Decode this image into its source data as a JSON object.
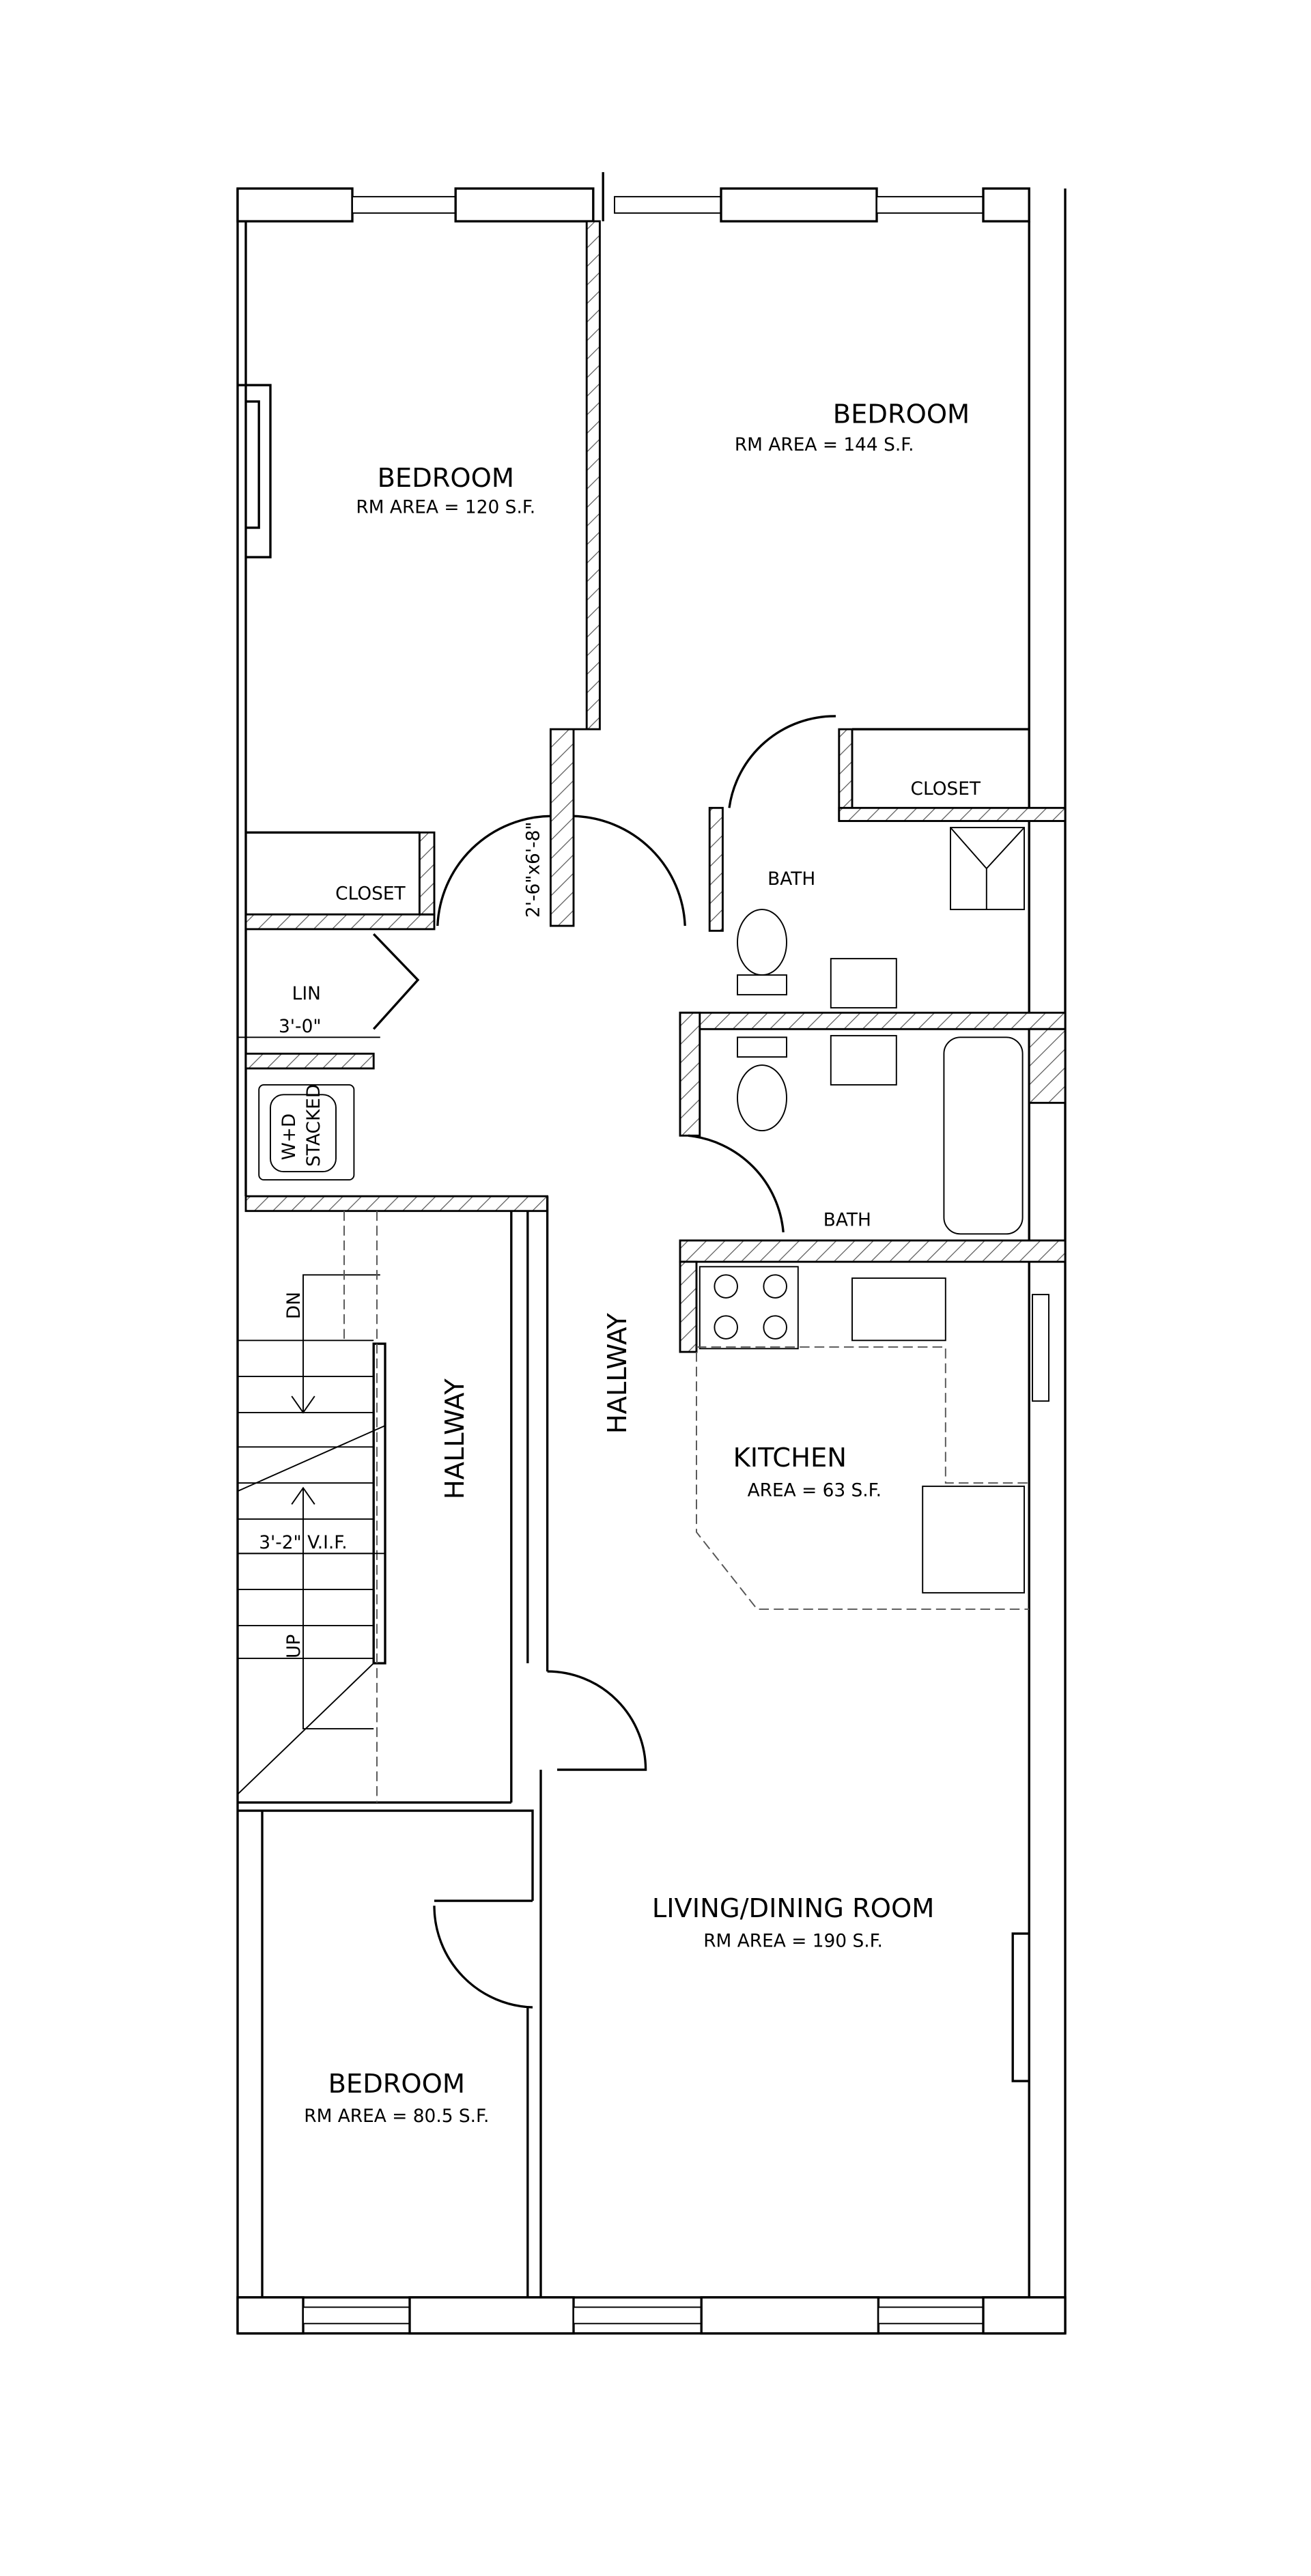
{
  "rooms": {
    "bedroom_left": {
      "name": "BEDROOM",
      "area": "RM AREA = 120 S.F."
    },
    "bedroom_right": {
      "name": "BEDROOM",
      "area": "RM AREA = 144 S.F."
    },
    "closet_right": "CLOSET",
    "closet_left": "CLOSET",
    "bath_upper": "BATH",
    "bath_lower": "BATH",
    "linen": "LIN",
    "washer_dryer": [
      "W+D",
      "STACKED"
    ],
    "hallway_stair": "HALLWAY",
    "hallway_main": "HALLWAY",
    "kitchen": {
      "name": "KITCHEN",
      "area": "AREA = 63 S.F."
    },
    "living": {
      "name": "LIVING/DINING ROOM",
      "area": "RM AREA = 190 S.F."
    },
    "bedroom_bottom": {
      "name": "BEDROOM",
      "area": "RM AREA = 80.5 S.F."
    }
  },
  "dimensions": {
    "door": "2'-6\"x6'-8\"",
    "linen_width": "3'-0\"",
    "stair_width": "3'-2\" V.I.F."
  },
  "stairs": {
    "down": "DN",
    "up": "UP"
  }
}
